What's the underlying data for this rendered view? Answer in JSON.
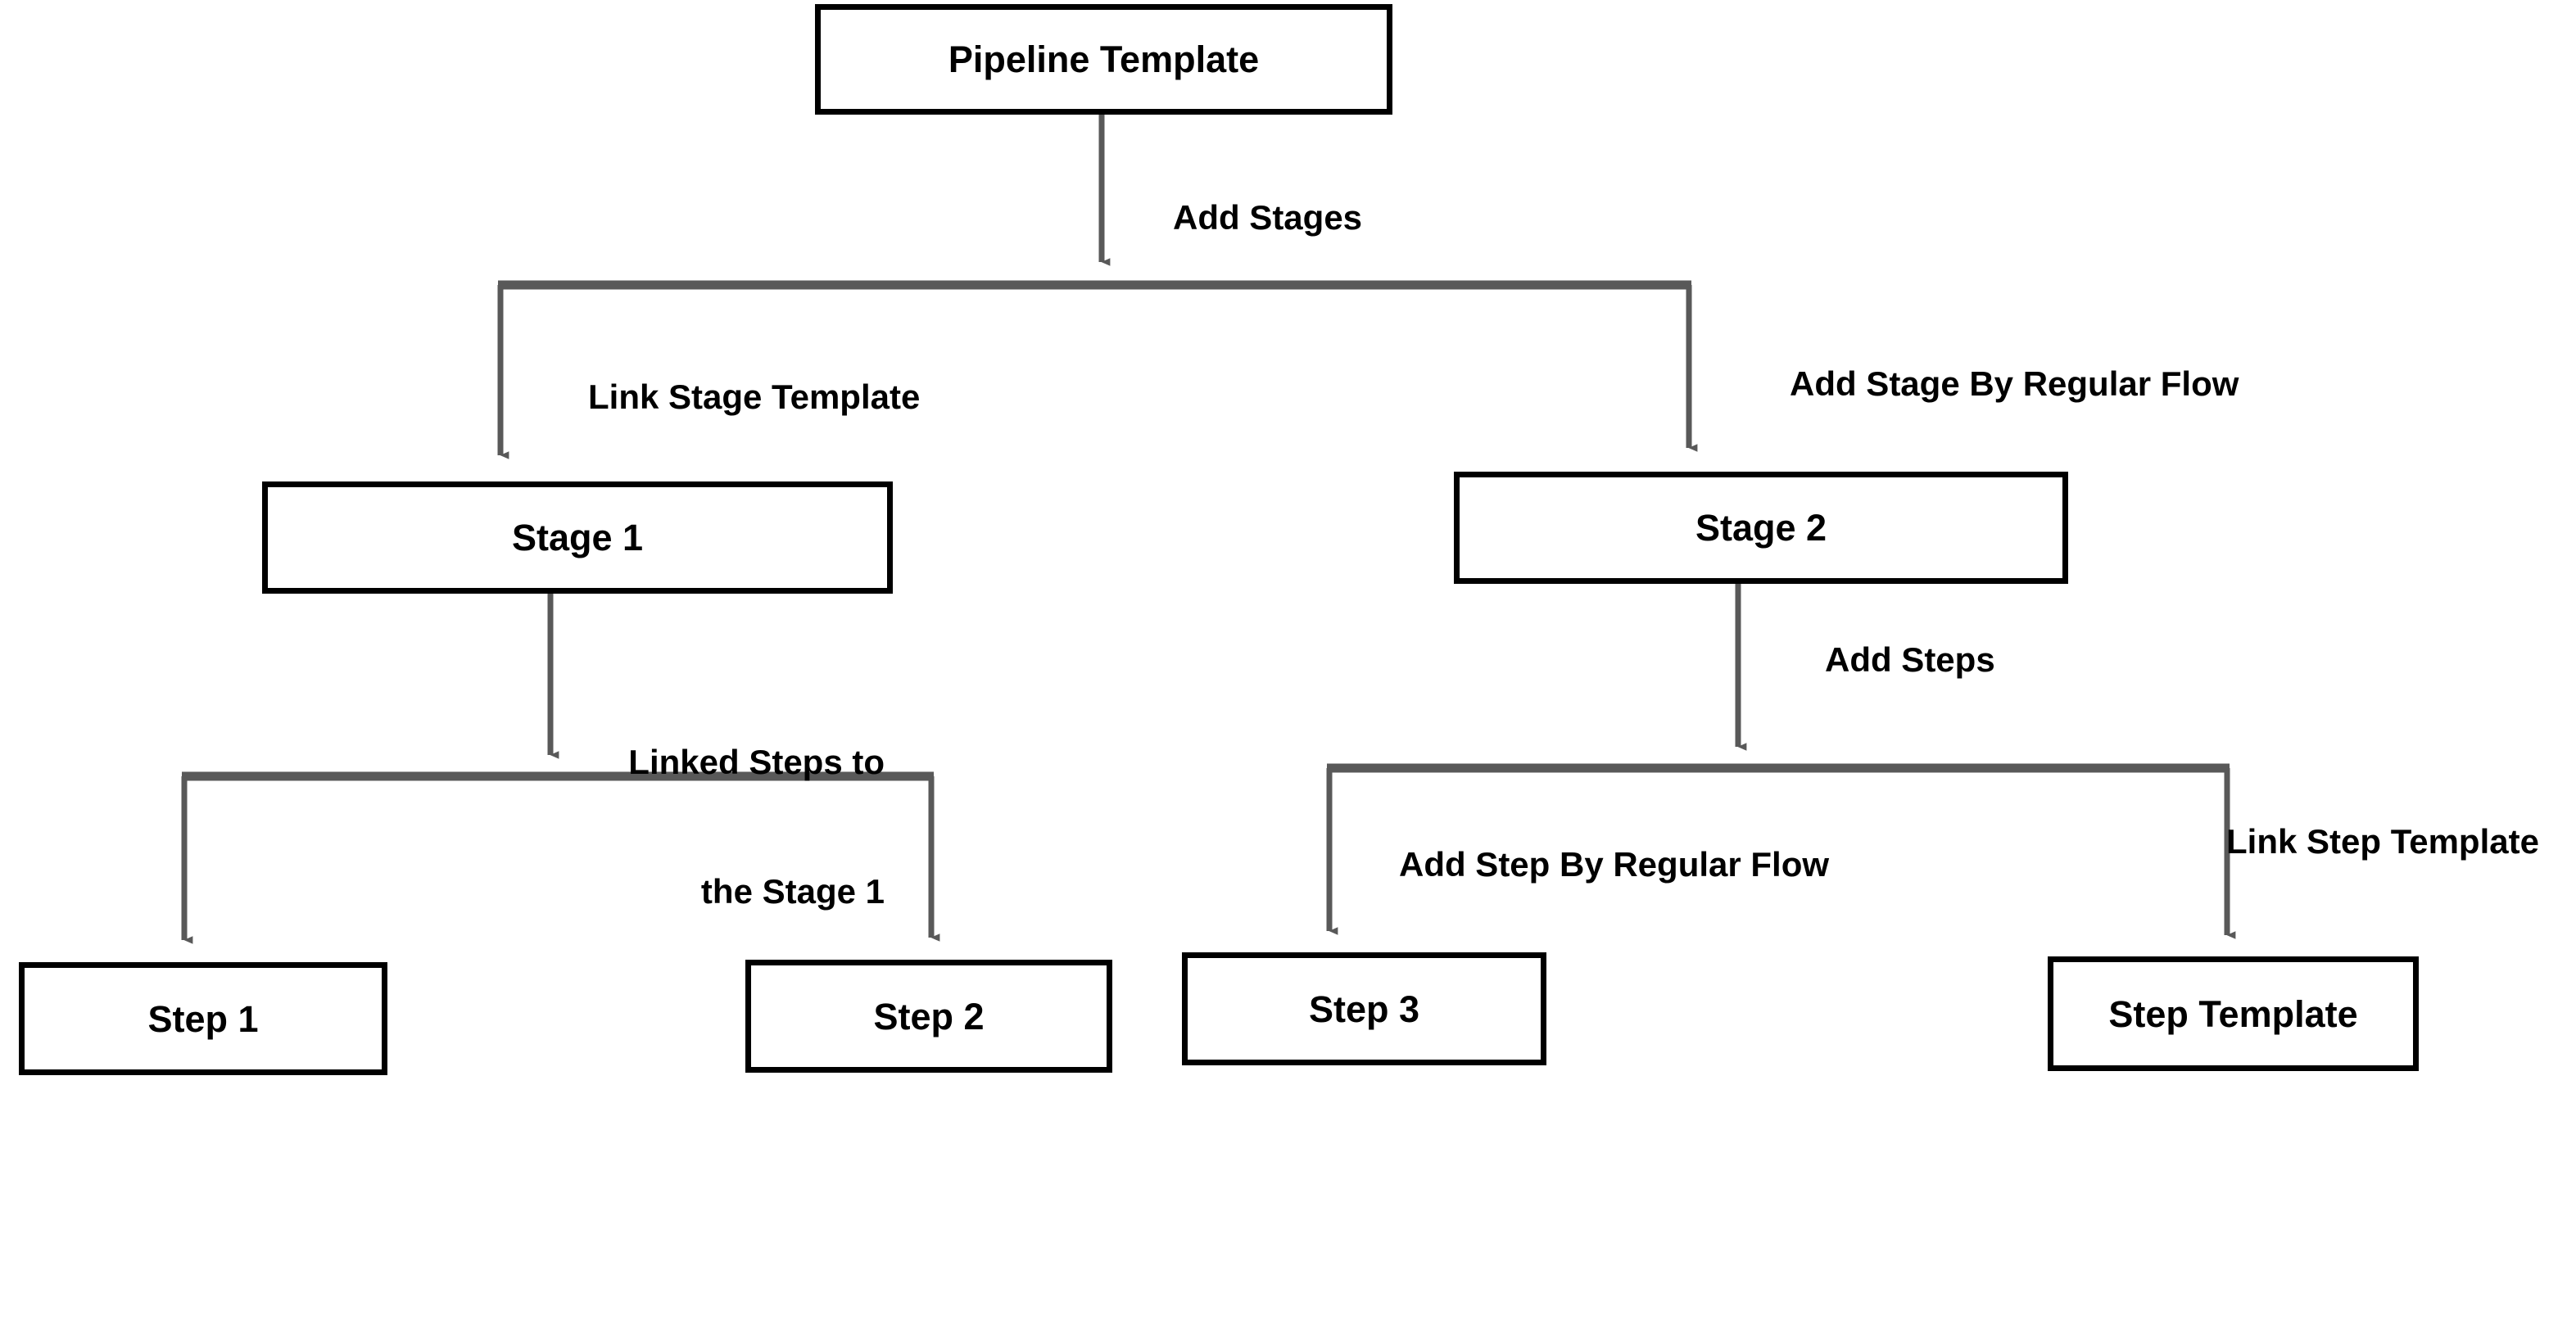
{
  "diagram": {
    "title": "Pipeline Template composition flow",
    "type": "flowchart",
    "background_color": "#ffffff",
    "node_border_color": "#000000",
    "edge_color": "#595959",
    "text_color": "#000000",
    "nodes": {
      "pipeline_template": "Pipeline Template",
      "stage_1": "Stage 1",
      "stage_2": "Stage 2",
      "step_1": "Step 1",
      "step_2": "Step 2",
      "step_3": "Step 3",
      "step_template": "Step Template"
    },
    "edge_labels": {
      "add_stages": "Add Stages",
      "link_stage_template": "Link Stage Template",
      "add_stage_by_regular_flow": "Add Stage By Regular Flow",
      "linked_steps_to_the_stage_1_line1": "Linked Steps to",
      "linked_steps_to_the_stage_1_line2": "the Stage 1",
      "add_steps": "Add Steps",
      "add_step_by_regular_flow": "Add Step By Regular Flow",
      "link_step_template": "Link Step Template"
    },
    "edges": [
      {
        "from": "pipeline_template",
        "to": "stage_1",
        "label": "Add Stages / Link Stage Template"
      },
      {
        "from": "pipeline_template",
        "to": "stage_2",
        "label": "Add Stages / Add Stage By Regular Flow"
      },
      {
        "from": "stage_1",
        "to": "step_1",
        "label": "Linked Steps to the Stage 1"
      },
      {
        "from": "stage_1",
        "to": "step_2",
        "label": "Linked Steps to the Stage 1"
      },
      {
        "from": "stage_2",
        "to": "step_3",
        "label": "Add Steps / Add Step By Regular Flow"
      },
      {
        "from": "stage_2",
        "to": "step_template",
        "label": "Add Steps / Link Step Template"
      }
    ]
  }
}
